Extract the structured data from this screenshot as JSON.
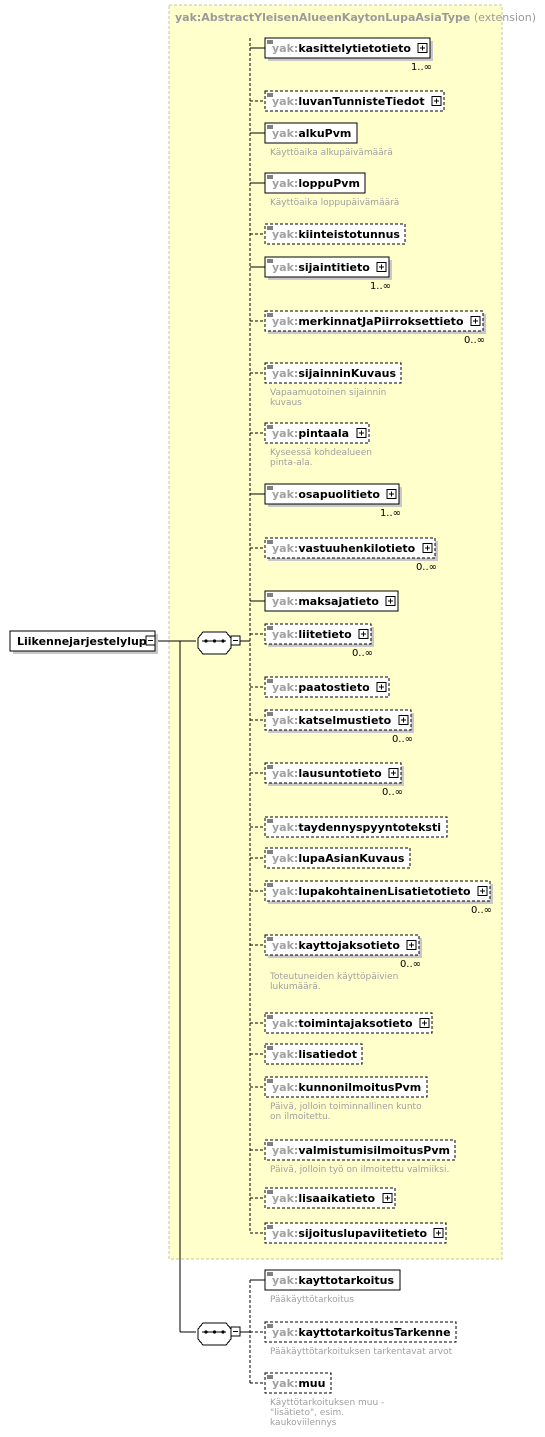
{
  "extension": {
    "type_name": "yak:AbstractYleisenAlueenKaytonLupaAsiaType",
    "suffix": " (extension)",
    "fill": "#ffffcc",
    "stroke": "#c8c89a"
  },
  "root": {
    "label": "Liikennejarjestelylupa"
  },
  "prefix": "yak:",
  "sequence1": {
    "elements": [
      {
        "name": "kasittelytietotieto",
        "optional": false,
        "expand": true,
        "card": "1..∞",
        "doc": []
      },
      {
        "name": "luvanTunnisteTiedot",
        "optional": true,
        "expand": true,
        "card": "",
        "doc": []
      },
      {
        "name": "alkuPvm",
        "optional": false,
        "expand": false,
        "card": "",
        "doc": [
          "Käyttöaika alkupäivämäärä"
        ]
      },
      {
        "name": "loppuPvm",
        "optional": false,
        "expand": false,
        "card": "",
        "doc": [
          "Käyttöaika loppupäivämäärä"
        ]
      },
      {
        "name": "kiinteistotunnus",
        "optional": true,
        "expand": false,
        "card": "",
        "doc": []
      },
      {
        "name": "sijaintitieto",
        "optional": false,
        "expand": true,
        "card": "1..∞",
        "doc": []
      },
      {
        "name": "merkinnatJaPiirroksettieto",
        "optional": true,
        "expand": true,
        "card": "0..∞",
        "doc": []
      },
      {
        "name": "sijainninKuvaus",
        "optional": true,
        "expand": false,
        "card": "",
        "doc": [
          "Vapaamuotoinen sijainnin",
          "kuvaus"
        ]
      },
      {
        "name": "pintaala",
        "optional": true,
        "expand": true,
        "card": "",
        "doc": [
          "Kyseessä kohdealueen",
          "pinta-ala."
        ]
      },
      {
        "name": "osapuolitieto",
        "optional": false,
        "expand": true,
        "card": "1..∞",
        "doc": []
      },
      {
        "name": "vastuuhenkilotieto",
        "optional": true,
        "expand": true,
        "card": "0..∞",
        "doc": []
      },
      {
        "name": "maksajatieto",
        "optional": false,
        "expand": true,
        "card": "",
        "doc": []
      },
      {
        "name": "liitetieto",
        "optional": true,
        "expand": true,
        "card": "0..∞",
        "doc": []
      },
      {
        "name": "paatostieto",
        "optional": true,
        "expand": true,
        "card": "",
        "doc": []
      },
      {
        "name": "katselmustieto",
        "optional": true,
        "expand": true,
        "card": "0..∞",
        "doc": []
      },
      {
        "name": "lausuntotieto",
        "optional": true,
        "expand": true,
        "card": "0..∞",
        "doc": []
      },
      {
        "name": "taydennyspyyntoteksti",
        "optional": true,
        "expand": false,
        "card": "",
        "doc": []
      },
      {
        "name": "lupaAsianKuvaus",
        "optional": true,
        "expand": false,
        "card": "",
        "doc": []
      },
      {
        "name": "lupakohtainenLisatietotieto",
        "optional": true,
        "expand": true,
        "card": "0..∞",
        "doc": []
      },
      {
        "name": "kayttojaksotieto",
        "optional": true,
        "expand": true,
        "card": "0..∞",
        "doc": [
          "Toteutuneiden käyttöpäivien",
          "lukumäärä."
        ]
      },
      {
        "name": "toimintajaksotieto",
        "optional": true,
        "expand": true,
        "card": "",
        "doc": []
      },
      {
        "name": "lisatiedot",
        "optional": true,
        "expand": false,
        "card": "",
        "doc": []
      },
      {
        "name": "kunnonilmoitusPvm",
        "optional": true,
        "expand": false,
        "card": "",
        "doc": [
          "Päivä, jolloin toiminnallinen kunto",
          "on ilmoitettu."
        ]
      },
      {
        "name": "valmistumisilmoitusPvm",
        "optional": true,
        "expand": false,
        "card": "",
        "doc": [
          "Päivä, jolloin työ on ilmoitettu valmiiksi."
        ]
      },
      {
        "name": "lisaaikatieto",
        "optional": true,
        "expand": true,
        "card": "",
        "doc": []
      },
      {
        "name": "sijoituslupaviitetieto",
        "optional": true,
        "expand": true,
        "card": "",
        "doc": []
      }
    ]
  },
  "sequence2": {
    "elements": [
      {
        "name": "kayttotarkoitus",
        "optional": false,
        "expand": false,
        "card": "",
        "doc": [
          "Pääkäyttötarkoitus"
        ]
      },
      {
        "name": "kayttotarkoitusTarkenne",
        "optional": true,
        "expand": false,
        "card": "",
        "doc": [
          "Pääkäyttötarkoituksen tarkentavat arvot"
        ]
      },
      {
        "name": "muu",
        "optional": true,
        "expand": false,
        "card": "",
        "doc": [
          "Käyttötarkoituksen muu -",
          "\"lisätieto\", esim.",
          "kaukoviilennys"
        ]
      }
    ]
  }
}
